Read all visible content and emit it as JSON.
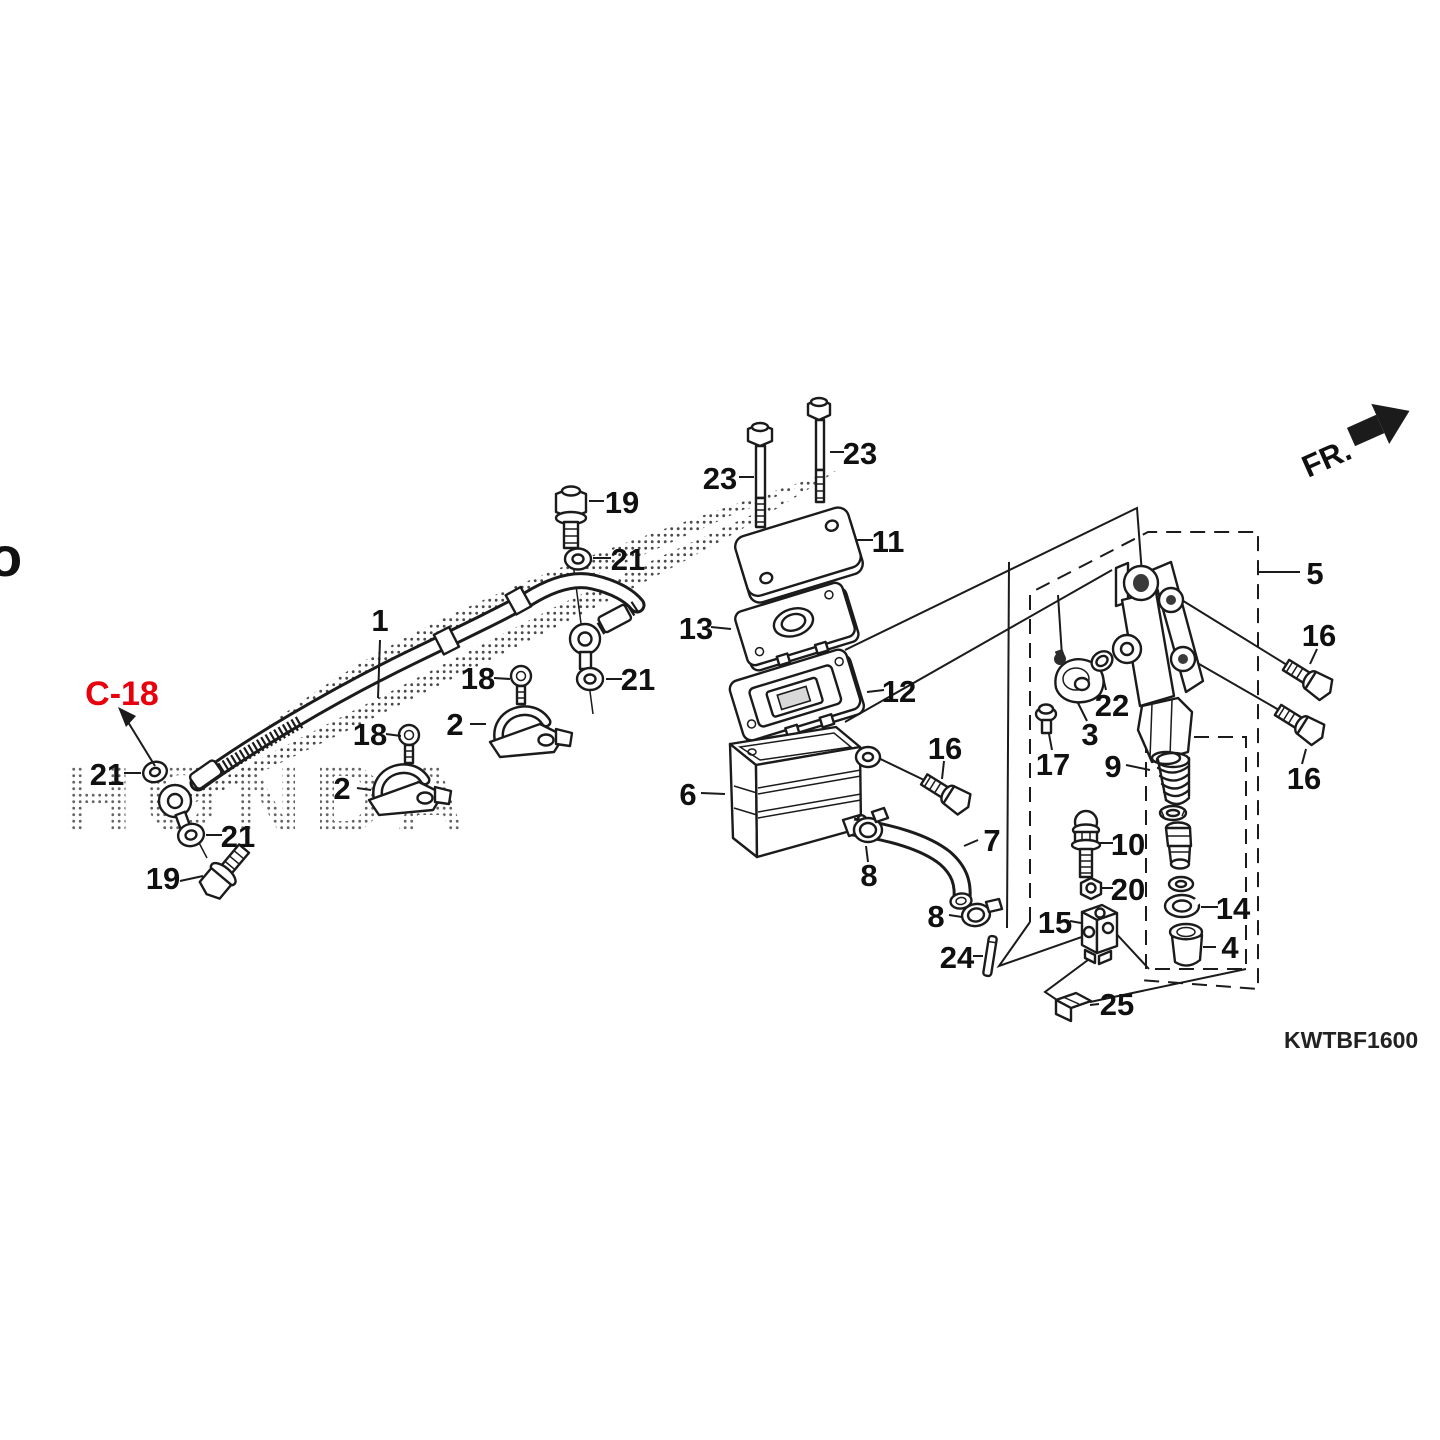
{
  "page": {
    "diagram_code": "KWTBF1600",
    "connector_ref": "C-18",
    "front_marker": "FR.",
    "clipped_left_text": "o",
    "watermark": "HONDA",
    "accent_red": "#e8000d",
    "line_color": "#1b1b1b",
    "background": "#ffffff"
  },
  "callouts": [
    {
      "text": "1"
    },
    {
      "text": "2"
    },
    {
      "text": "2"
    },
    {
      "text": "3"
    },
    {
      "text": "4"
    },
    {
      "text": "5"
    },
    {
      "text": "6"
    },
    {
      "text": "7"
    },
    {
      "text": "8"
    },
    {
      "text": "8"
    },
    {
      "text": "9"
    },
    {
      "text": "10"
    },
    {
      "text": "11"
    },
    {
      "text": "12"
    },
    {
      "text": "13"
    },
    {
      "text": "14"
    },
    {
      "text": "15"
    },
    {
      "text": "16"
    },
    {
      "text": "16"
    },
    {
      "text": "16"
    },
    {
      "text": "17"
    },
    {
      "text": "18"
    },
    {
      "text": "18"
    },
    {
      "text": "19"
    },
    {
      "text": "19"
    },
    {
      "text": "20"
    },
    {
      "text": "21"
    },
    {
      "text": "21"
    },
    {
      "text": "21"
    },
    {
      "text": "21"
    },
    {
      "text": "22"
    },
    {
      "text": "23"
    },
    {
      "text": "23"
    },
    {
      "text": "24"
    },
    {
      "text": "25"
    }
  ]
}
